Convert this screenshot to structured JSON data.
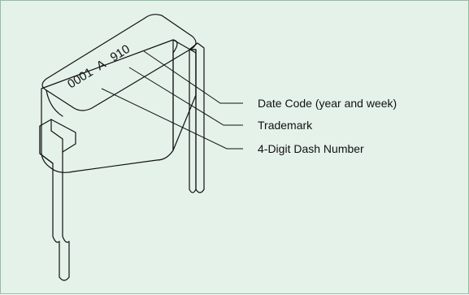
{
  "figure": {
    "marking": {
      "dash_number": "0001",
      "trademark": "A",
      "date_code": "910"
    },
    "callouts": [
      {
        "id": "date-code",
        "label": "Date Code (year and week)"
      },
      {
        "id": "trademark",
        "label": "Trademark"
      },
      {
        "id": "dash-number",
        "label": "4-Digit Dash Number"
      }
    ]
  },
  "colors": {
    "background": "#e5f2e9",
    "border": "#8fbfa0",
    "component_fill": "#ffffff",
    "line": "#111111"
  }
}
